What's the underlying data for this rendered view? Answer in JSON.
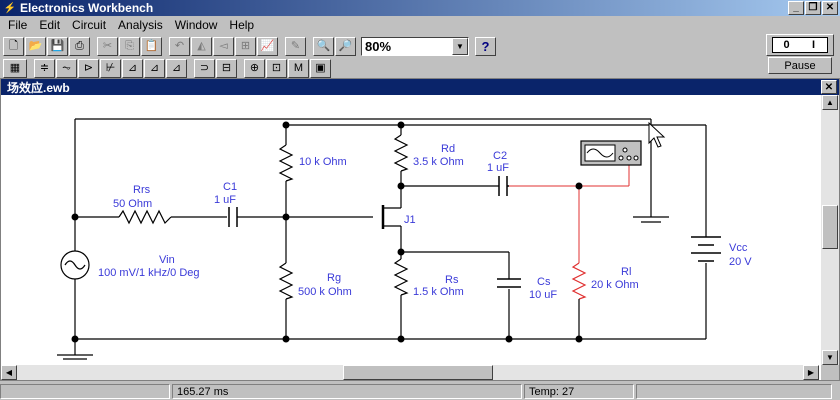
{
  "window": {
    "title": "Electronics Workbench"
  },
  "menu": [
    "File",
    "Edit",
    "Circuit",
    "Analysis",
    "Window",
    "Help"
  ],
  "toolbar": {
    "zoom": "80%",
    "help_label": "?"
  },
  "run_switch": {
    "on": "I",
    "off": "0"
  },
  "pause_label": "Pause",
  "document": {
    "title": "场效应.ewb"
  },
  "components": {
    "rrs_name": "Rrs",
    "rrs_value": "50  Ohm",
    "c1_name": "C1",
    "c1_value": "1 uF",
    "vin_name": "Vin",
    "vin_value": "100 mV/1 kHz/0 Deg",
    "r1_value": "10 k Ohm",
    "rg_name": "Rg",
    "rg_value": "500 k Ohm",
    "rd_name": "Rd",
    "rd_value": "3.5 k Ohm",
    "c2_name": "C2",
    "c2_value": "1 uF",
    "j1_name": "J1",
    "rs_name": "Rs",
    "rs_value": "1.5 k Ohm",
    "cs_name": "Cs",
    "cs_value": "10 uF",
    "rl_name": "Rl",
    "rl_value": "20 k Ohm",
    "vcc_name": "Vcc",
    "vcc_value": "20 V"
  },
  "status": {
    "time": "165.27 ms",
    "temp": "Temp:  27"
  },
  "colors": {
    "title_bar": "#0a246a",
    "label": "#3a3ad8",
    "scope_wire": "#e03030"
  }
}
